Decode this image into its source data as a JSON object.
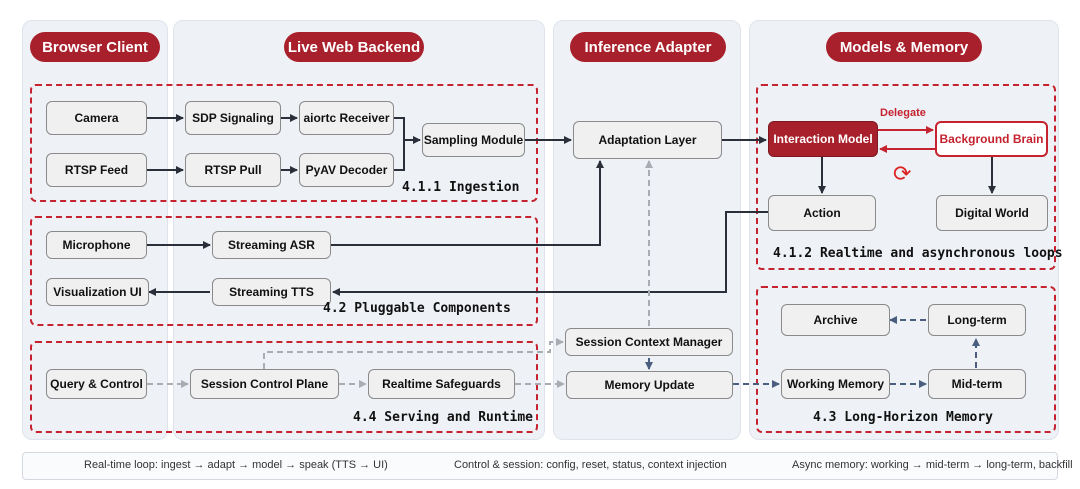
{
  "lanes": {
    "browser_client": "Browser Client",
    "live_web_backend": "Live Web Backend",
    "inference_adapter": "Inference Adapter",
    "models_memory": "Models & Memory"
  },
  "groups": {
    "ingestion": "4.1.1 Ingestion",
    "pluggable": "4.2 Pluggable Components",
    "serving": "4.4 Serving and Runtime",
    "loops": "4.1.2 Realtime and asynchronous loops",
    "memory": "4.3 Long-Horizon Memory"
  },
  "nodes": {
    "camera": "Camera",
    "rtsp_feed": "RTSP Feed",
    "sdp_signaling": "SDP Signaling",
    "rtsp_pull": "RTSP Pull",
    "aiortc_receiver": "aiortc Receiver",
    "pyav_decoder": "PyAV Decoder",
    "sampling_module": "Sampling Module",
    "adaptation_layer": "Adaptation Layer",
    "interaction_model": "Interaction Model",
    "background_brain": "Background Brain",
    "action": "Action",
    "digital_world": "Digital World",
    "microphone": "Microphone",
    "streaming_asr": "Streaming ASR",
    "visualization_ui": "Visualization UI",
    "streaming_tts": "Streaming TTS",
    "query_control": "Query & Control",
    "session_control_plane": "Session Control Plane",
    "realtime_safeguards": "Realtime Safeguards",
    "session_context_manager": "Session Context Manager",
    "memory_update": "Memory Update",
    "working_memory": "Working Memory",
    "mid_term": "Mid-term",
    "long_term": "Long-term",
    "archive": "Archive"
  },
  "edge_labels": {
    "delegate": "Delegate"
  },
  "icons": {
    "sync": "sync-cycle-icon"
  },
  "legend": {
    "realtime": "Real-time loop: ingest → adapt → model → speak (TTS → UI)",
    "control": "Control & session: config, reset, status, context injection",
    "async": "Async memory: working → mid-term → long-term, backfill"
  },
  "colors": {
    "accent": "#a8202b",
    "dashed_red": "#c4232f",
    "realtime_line": "#2b2f3a",
    "control_line": "#a9adb3",
    "async_line": "#4a5f80"
  }
}
